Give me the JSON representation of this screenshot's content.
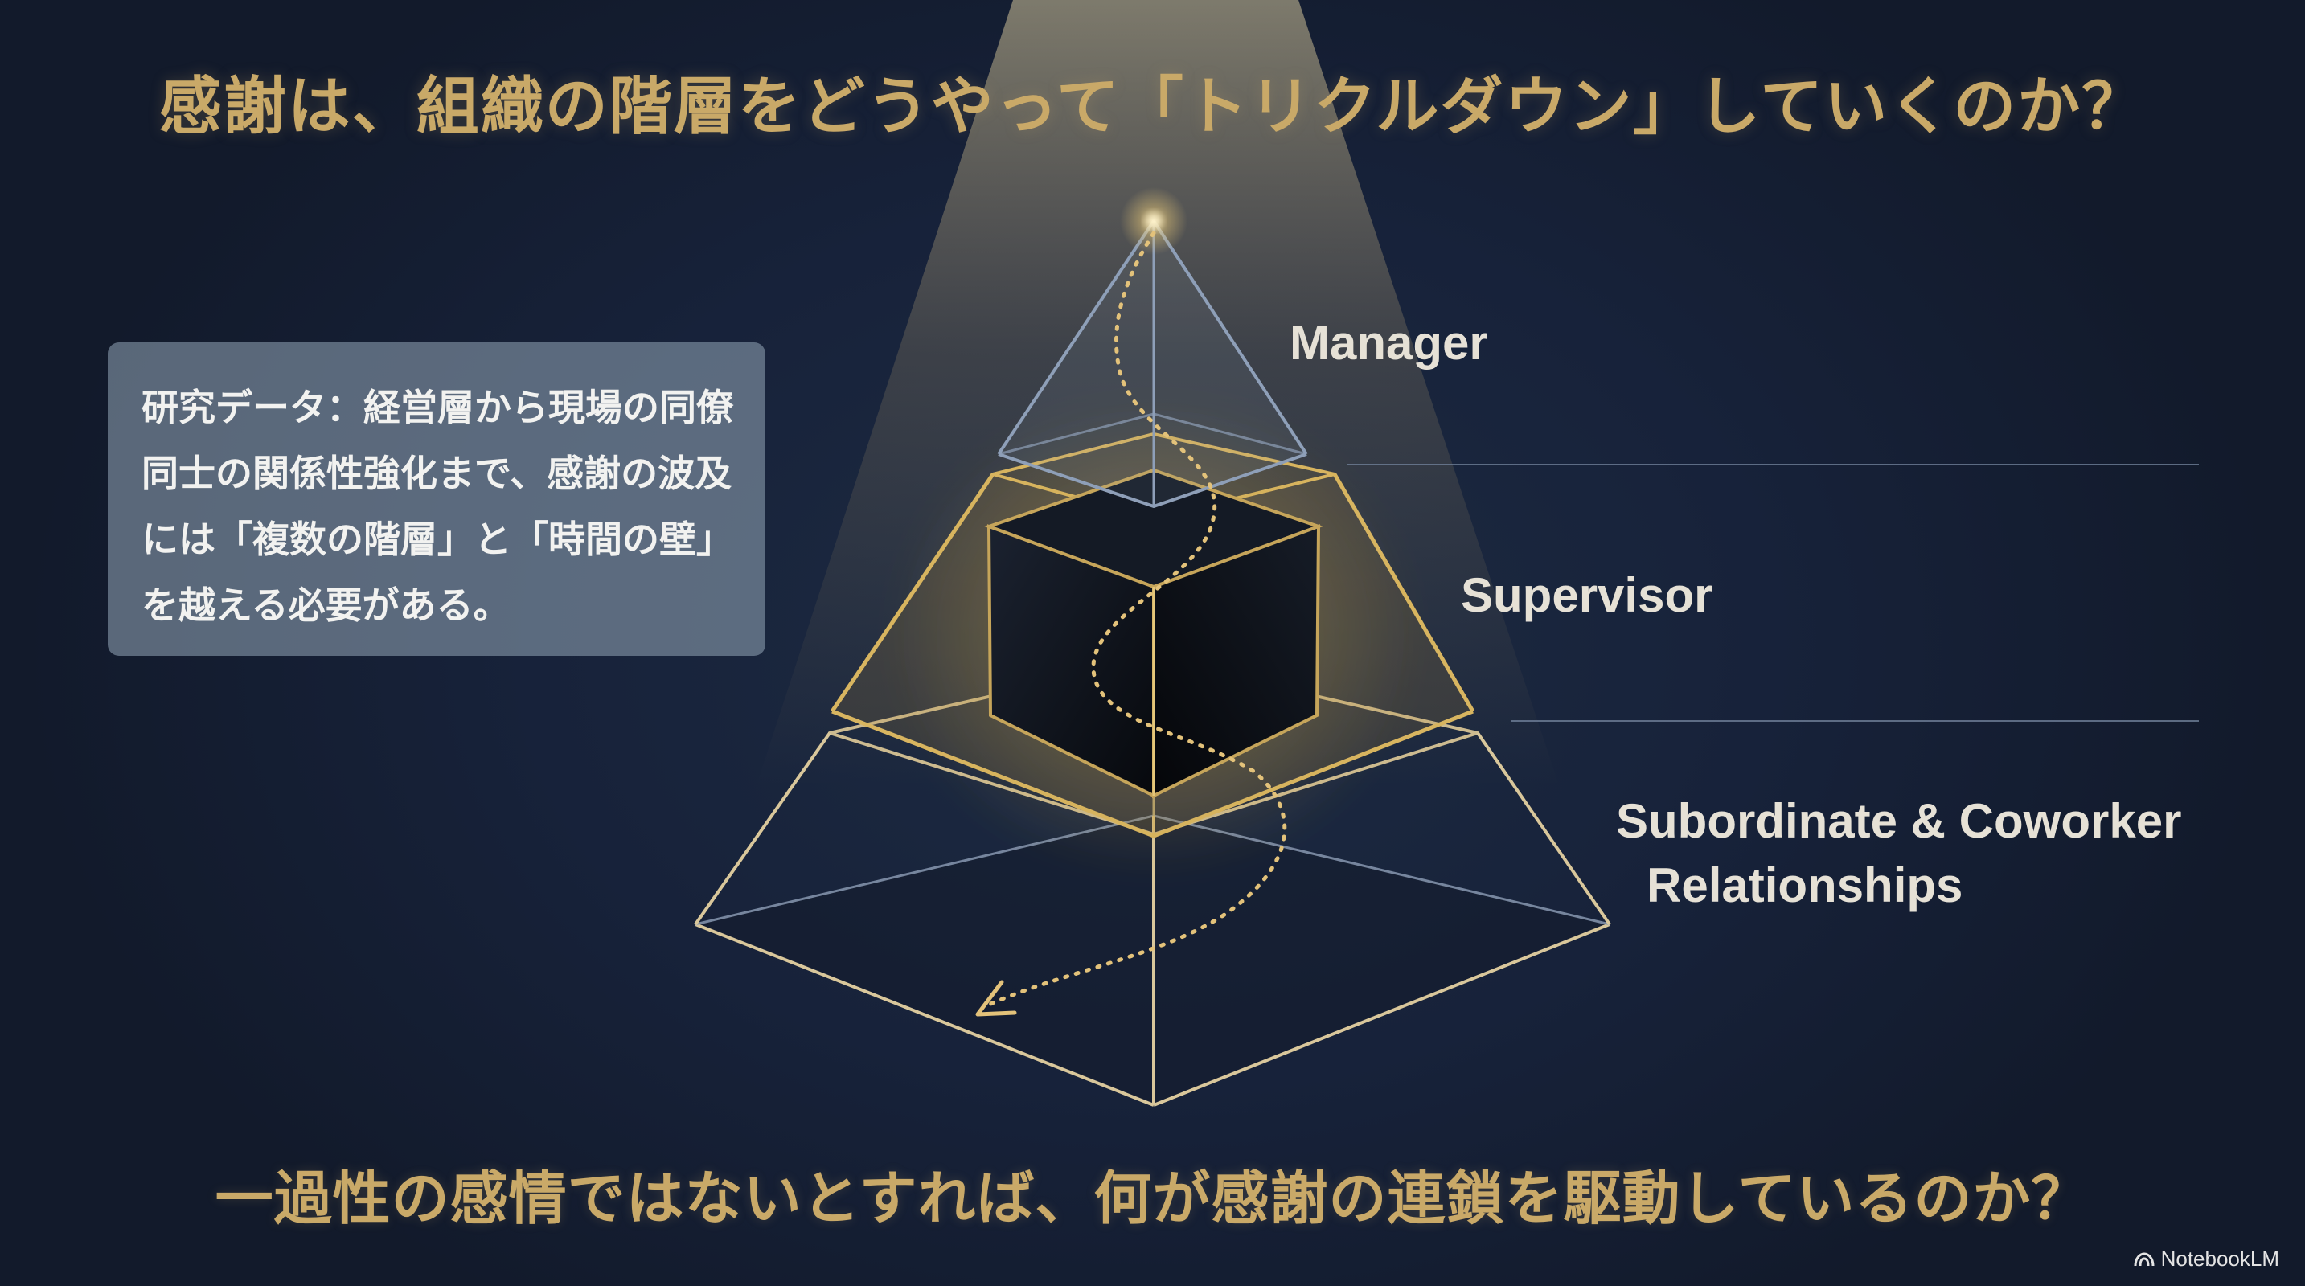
{
  "title": "感謝は、組織の階層をどうやって「トリクルダウン」していくのか？",
  "note": "研究データ：経営層から現場の同僚同士の関係性強化まで、感謝の波及には「複数の階層」と「時間の壁」を越える必要がある。",
  "tiers": {
    "manager": "Manager",
    "supervisor": "Supervisor",
    "subordinate_line1": "Subordinate & Coworker",
    "subordinate_line2": "Relationships"
  },
  "question": "一過性の感情ではないとすれば、何が感謝の連鎖を駆動しているのか？",
  "watermark": {
    "text": "NotebookLM",
    "icon": "notebooklm-logo-icon"
  },
  "colors": {
    "background": "#172235",
    "gold": "#c9a968",
    "pale_line": "#8e9fb8",
    "label": "#e6e1d6"
  },
  "icons": {
    "flow_arrow": "dotted-arrow-icon",
    "core": "cube-icon"
  }
}
